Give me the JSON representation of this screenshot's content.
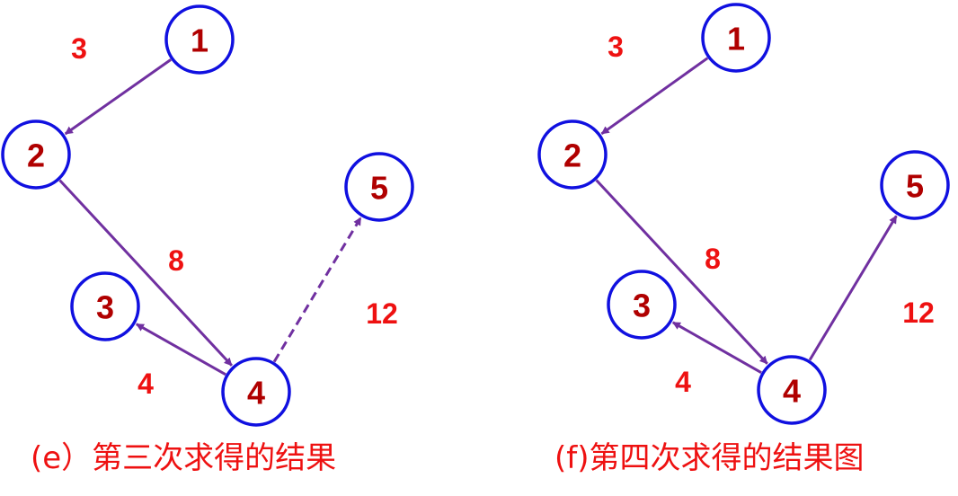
{
  "colors": {
    "node_stroke": "#1010e0",
    "node_text": "#b00000",
    "edge": "#7030a0",
    "weight_text": "#ee1111",
    "caption_text": "#ee1111"
  },
  "panels": [
    {
      "caption": "(e）第三次求得的结果",
      "nodes": [
        "1",
        "2",
        "3",
        "4",
        "5"
      ],
      "edges": [
        {
          "from": "1",
          "to": "2",
          "weight": "3",
          "style": "solid"
        },
        {
          "from": "2",
          "to": "4",
          "weight": "8",
          "style": "solid"
        },
        {
          "from": "4",
          "to": "3",
          "weight": "4",
          "style": "solid"
        },
        {
          "from": "4",
          "to": "5",
          "weight": "12",
          "style": "dashed"
        }
      ]
    },
    {
      "caption": "(f)第四次求得的结果图",
      "nodes": [
        "1",
        "2",
        "3",
        "4",
        "5"
      ],
      "edges": [
        {
          "from": "1",
          "to": "2",
          "weight": "3",
          "style": "solid"
        },
        {
          "from": "2",
          "to": "4",
          "weight": "8",
          "style": "solid"
        },
        {
          "from": "4",
          "to": "3",
          "weight": "4",
          "style": "solid"
        },
        {
          "from": "4",
          "to": "5",
          "weight": "12",
          "style": "solid"
        }
      ]
    }
  ]
}
